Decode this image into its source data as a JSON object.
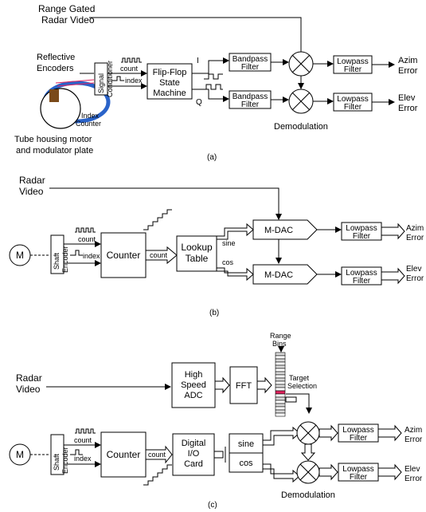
{
  "a": {
    "caption": "(a)",
    "range_gated_line1": "Range Gated",
    "range_gated_line2": "Radar Video",
    "reflective_line1": "Reflective",
    "reflective_line2": "Encoders",
    "signal_line1": "Signal",
    "signal_line2": "Conditioner",
    "count": "count",
    "index": "index",
    "flipflop_line1": "Flip-Flop",
    "flipflop_line2": "State",
    "flipflop_line3": "Machine",
    "i": "I",
    "q": "Q",
    "bandpass_line1": "Bandpass",
    "bandpass_line2": "Filter",
    "lowpass_line1": "Lowpass",
    "lowpass_line2": "Filter",
    "azim_line1": "Azim",
    "elev_line1": "Elev",
    "error": "Error",
    "index_counter_line1": "Index",
    "index_counter_line2": "Counter",
    "tube_line1": "Tube housing motor",
    "tube_line2": "and modulator plate",
    "demodulation": "Demodulation"
  },
  "b": {
    "caption": "(b)",
    "radar_line1": "Radar",
    "radar_line2": "Video",
    "motor": "M",
    "shaft_line1": "Shaft",
    "shaft_line2": "Encoder",
    "count": "count",
    "index": "index",
    "counter": "Counter",
    "lookup_line1": "Lookup",
    "lookup_line2": "Table",
    "sine": "sine",
    "cos": "cos",
    "mdac": "M-DAC",
    "lowpass_line1": "Lowpass",
    "lowpass_line2": "Filter",
    "azim": "Azim",
    "elev": "Elev",
    "error": "Error"
  },
  "c": {
    "caption": "(c)",
    "radar_line1": "Radar",
    "radar_line2": "Video",
    "range_line1": "Range",
    "range_line2": "Bins",
    "adc_line1": "High",
    "adc_line2": "Speed",
    "adc_line3": "ADC",
    "fft": "FFT",
    "target_line1": "Target",
    "target_line2": "Selection",
    "motor": "M",
    "shaft_line1": "Shaft",
    "shaft_line2": "Encoder",
    "count": "count",
    "index": "index",
    "counter": "Counter",
    "dio_line1": "Digital",
    "dio_line2": "I/O",
    "dio_line3": "Card",
    "sine": "sine",
    "cos": "cos",
    "lowpass_line1": "Lowpass",
    "lowpass_line2": "Filter",
    "azim": "Azim",
    "elev": "Elev",
    "error": "Error",
    "demodulation": "Demodulation"
  },
  "colors": {
    "highlight": "#e0245e",
    "stripe": "#2a63c9",
    "encoder": "#7a4a1a"
  }
}
